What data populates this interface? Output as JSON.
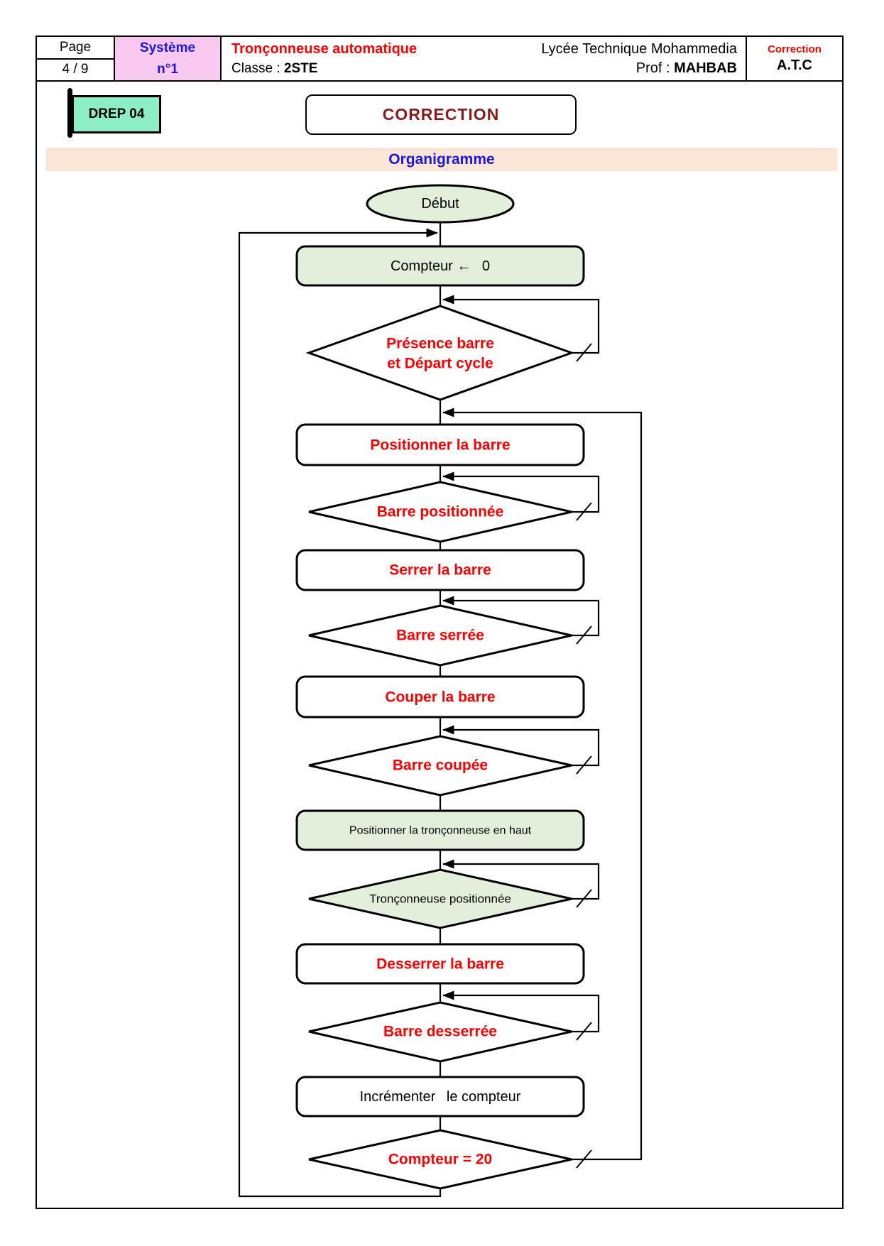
{
  "header": {
    "page_label": "Page",
    "page_value": "4 / 9",
    "system_line1": "Système",
    "system_line2": "n°1",
    "title": "Tronçonneuse automatique",
    "classe_label": "Classe :",
    "classe_value": "2STE",
    "school": "Lycée Technique Mohammedia",
    "prof_label": "Prof :",
    "prof_value": "MAHBAB",
    "correction_label": "Correction",
    "atc": "A.T.C"
  },
  "badge": {
    "label": "DREP 04"
  },
  "correction_box": {
    "label": "CORRECTION"
  },
  "banner": {
    "label": "Organigramme"
  },
  "flowchart": {
    "start_label": "Début",
    "init_label": "Compteur ←  0",
    "d1_line1": "Présence barre",
    "d1_line2": "et Départ cycle",
    "p1_label": "Positionner la barre",
    "d2_label": "Barre positionnée",
    "p2_label": "Serrer la barre",
    "d3_label": "Barre serrée",
    "p3_label": "Couper la barre",
    "d4_label": "Barre coupée",
    "p4_label": "Positionner la tronçonneuse en haut",
    "d5_label": "Tronçonneuse positionnée",
    "p5_label": "Desserrer la barre",
    "d6_label": "Barre desserrée",
    "p6_label": "Incrémenter  le compteur",
    "d7_label": "Compteur = 20"
  },
  "colors": {
    "node_green": "#E2EFDA",
    "banner_peach": "#FBE5D6",
    "system_pink": "#F8C8F0",
    "badge_green": "#8CEEC6",
    "accent_red": "#FF0000",
    "accent_blue": "#1A17E6",
    "correction_maroon": "#8B1A1A"
  }
}
